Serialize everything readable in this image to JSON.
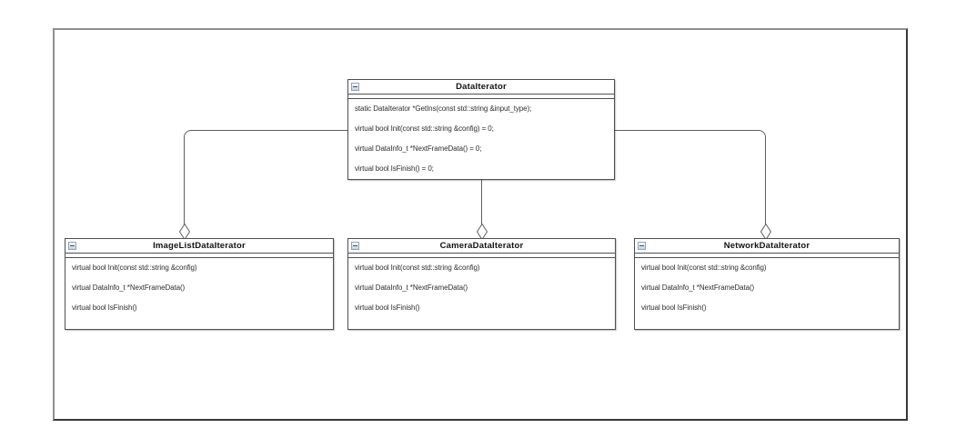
{
  "classes": {
    "data_iterator": {
      "title": "DataIterator",
      "methods": [
        "static DataIterator *GetIns(const std::string &input_type);",
        "virtual bool Init(const std::string &config) = 0;",
        "virtual DataInfo_t *NextFrameData() = 0;",
        "virtual bool IsFinish() = 0;"
      ]
    },
    "image_list_data_iterator": {
      "title": "ImageListDataIterator",
      "methods": [
        "virtual bool Init(const std::string &config)",
        "virtual DataInfo_t *NextFrameData()",
        "virtual bool IsFinish()"
      ]
    },
    "camera_data_iterator": {
      "title": "CameraDataIterator",
      "methods": [
        "virtual bool Init(const std::string &config)",
        "virtual DataInfo_t *NextFrameData()",
        "virtual bool IsFinish()"
      ]
    },
    "network_data_iterator": {
      "title": "NetworkDataIterator",
      "methods": [
        "virtual bool Init(const std::string &config)",
        "virtual DataInfo_t *NextFrameData()",
        "virtual bool IsFinish()"
      ]
    }
  },
  "relationships": [
    {
      "from": "ImageListDataIterator",
      "to": "DataIterator",
      "end_marker": "open-diamond"
    },
    {
      "from": "CameraDataIterator",
      "to": "DataIterator",
      "end_marker": "open-diamond"
    },
    {
      "from": "NetworkDataIterator",
      "to": "DataIterator",
      "end_marker": "open-diamond"
    }
  ],
  "icons": {
    "collapse": "minus-square-icon"
  },
  "colors": {
    "box_border": "#4f4f4f",
    "connector": "#5f5f5f",
    "frame_light": "#8f8f8f",
    "frame_dark": "#383838",
    "title_text": "#111111",
    "method_text": "#2e2e2e",
    "icon_border": "#93a5b8",
    "icon_bg_top": "#f5f8fb",
    "icon_bg_bottom": "#c7d3e2"
  }
}
